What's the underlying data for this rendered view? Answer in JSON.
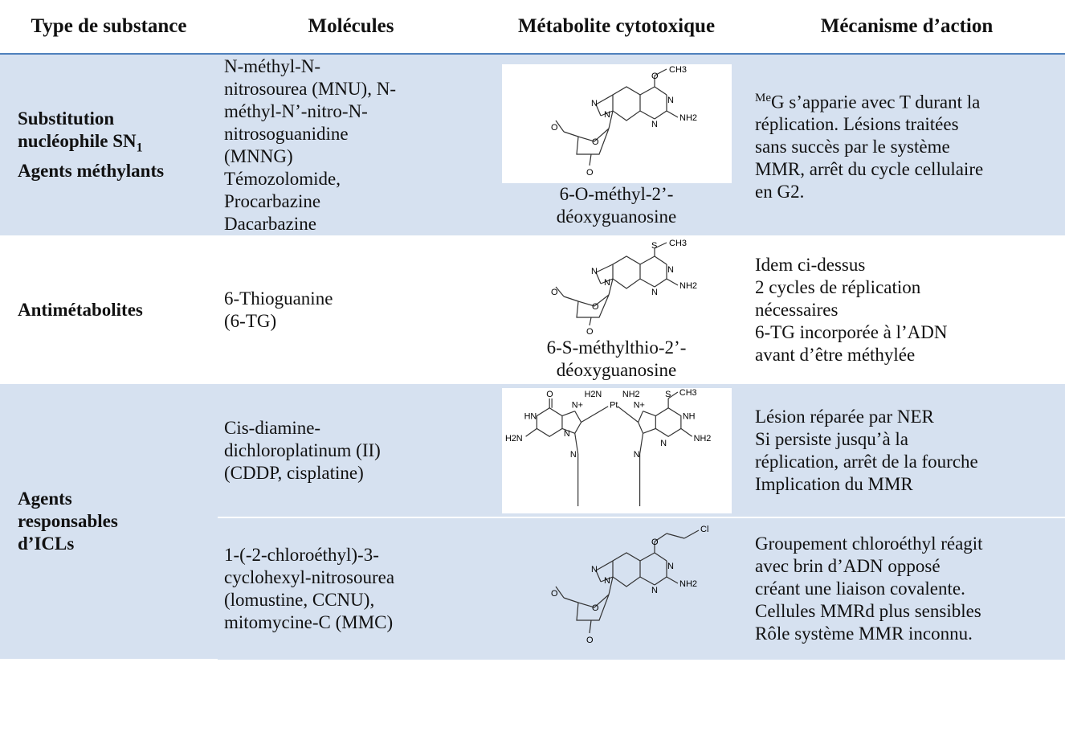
{
  "headers": [
    "Type de substance",
    "Molécules",
    "Métabolite cytotoxique",
    "Mécanisme d’action"
  ],
  "rows": [
    {
      "type_lines": [
        "Substitution",
        "nucléophile SN",
        "Agents méthylants"
      ],
      "type_subscript": "1",
      "molecules": [
        "N-méthyl-N-",
        "nitrosourea (MNU), N-",
        "méthyl-N’-nitro-N-",
        "nitrosoguanidine",
        "(MNNG)",
        "Témozolomide,",
        "Procarbazine",
        "Dacarbazine"
      ],
      "metabolite_lines": [
        "6-O-méthyl-2’-",
        "déoxyguanosine"
      ],
      "mechanism_sup": "Me",
      "mechanism": [
        "G s’apparie avec T durant la",
        "réplication. Lésions traitées",
        "sans succès par le système",
        "MMR, arrêt du cycle cellulaire",
        "en G2."
      ]
    },
    {
      "type_lines": [
        "Antimétabolites"
      ],
      "molecules": [
        "6-Thioguanine",
        "(6-TG)"
      ],
      "metabolite_lines": [
        "6-S-méthylthio-2’-",
        "déoxyguanosine"
      ],
      "mechanism": [
        "Idem ci-dessus",
        "2 cycles de réplication",
        "nécessaires",
        "6-TG incorporée à l’ADN",
        "avant d’être méthylée"
      ]
    },
    {
      "type_lines": [
        "Agents",
        "responsables",
        "d’ICLs"
      ],
      "molecules": [
        "Cis-diamine-",
        "dichloroplatinum (II)",
        "(CDDP, cisplatine)"
      ],
      "mechanism": [
        "Lésion réparée par NER",
        "Si persiste jusqu’à la",
        "réplication, arrêt de la fourche",
        "Implication du MMR"
      ]
    },
    {
      "molecules": [
        "1-(-2-chloroéthyl)-3-",
        "cyclohexyl-nitrosourea",
        "(lomustine, CCNU),",
        "mitomycine-C (MMC)"
      ],
      "mechanism": [
        "Groupement chloroéthyl réagit",
        "avec brin d’ADN opposé",
        "créant une liaison covalente.",
        "Cellules MMRd plus sensibles",
        "Rôle système MMR inconnu."
      ]
    }
  ],
  "structure_atoms": {
    "ch3": "CH3",
    "o": "O",
    "n": "N",
    "nh2": "NH2",
    "s": "S",
    "cl": "Cl",
    "h2n": "H2N",
    "pt": "Pt",
    "nplus": "N+",
    "hn": "HN",
    "nh": "NH"
  },
  "colors": {
    "band": "#d6e1f0",
    "rule": "#4f81bd"
  }
}
